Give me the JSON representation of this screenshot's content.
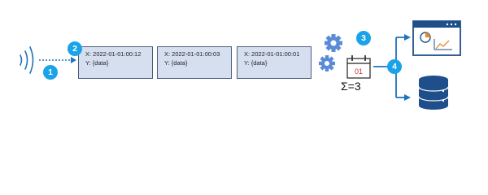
{
  "badges": [
    "1",
    "2",
    "3",
    "4"
  ],
  "records": [
    {
      "x": "X: 2022-01-01:00:12",
      "y": "Y: {data}"
    },
    {
      "x": "X: 2022-01-01:00:03",
      "y": "Y: {data}"
    },
    {
      "x": "X: 2022-01-01:00:01",
      "y": "Y: {data}"
    }
  ],
  "calendar_day": "01",
  "sum_label": "Σ=3",
  "colors": {
    "badge": "#1aa3e8",
    "record_fill": "#d6dff0",
    "record_border": "#4b5c7a",
    "arrow": "#1e73be",
    "gear": "#5b8bd6",
    "database": "#1f4f8a",
    "calendar_accent": "#d03030"
  }
}
